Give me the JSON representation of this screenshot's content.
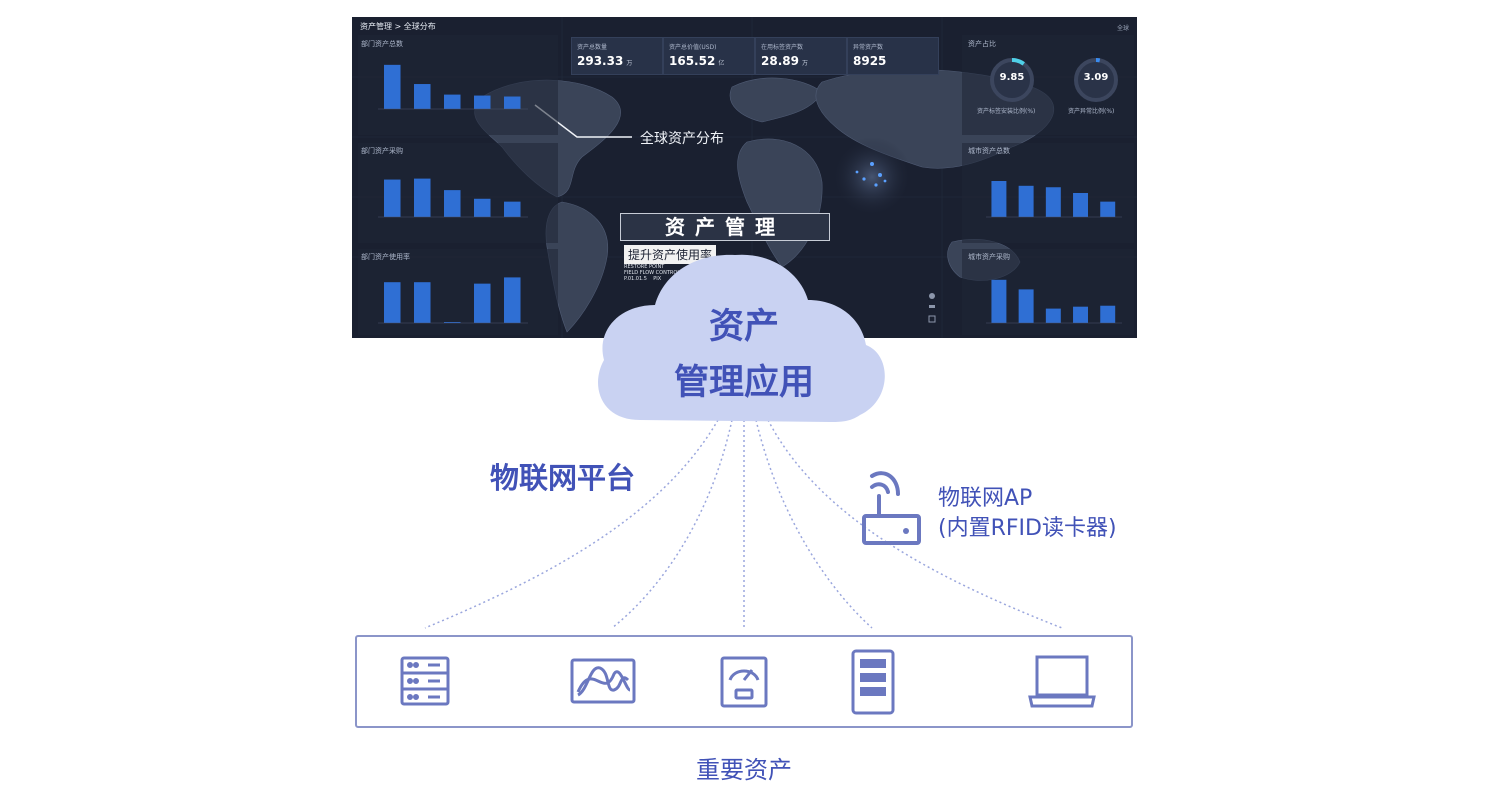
{
  "dashboard": {
    "breadcrumb": "资产管理 > 全球分布",
    "corner_label": "全球",
    "callout": "全球资产分布",
    "title": "资产管理",
    "subtitle": "提升资产使用率",
    "restore_text": "RESTORE POINT\nFIELD FLOW CONTROL\nP.01.01.5    PIX",
    "left_panels": [
      "部门资产总数",
      "部门资产采购",
      "部门资产使用率"
    ],
    "right_panels": [
      "资产占比",
      "城市资产总数",
      "城市资产采购"
    ],
    "kpis": [
      {
        "label": "资产总数量",
        "value": "293.33",
        "unit": "万"
      },
      {
        "label": "资产总价值(USD)",
        "value": "165.52",
        "unit": "亿"
      },
      {
        "label": "在用标签资产数",
        "value": "28.89",
        "unit": "万"
      },
      {
        "label": "异常资产数",
        "value": "8925",
        "unit": ""
      }
    ],
    "gauges": [
      {
        "value": "9.85",
        "label": "资产标签安装比例(%)",
        "fraction": 0.1
      },
      {
        "value": "3.09",
        "label": "资产异常比例(%)",
        "fraction": 0.03
      }
    ],
    "left_bars": [
      [
        0.92,
        0.52,
        0.3,
        0.28,
        0.26
      ],
      [
        0.78,
        0.8,
        0.56,
        0.38,
        0.32
      ],
      [
        0.85,
        0.85,
        0.02,
        0.82,
        0.95
      ]
    ],
    "right_bars": [
      [
        0.75,
        0.65,
        0.62,
        0.5,
        0.32
      ],
      [
        0.9,
        0.7,
        0.3,
        0.34,
        0.36
      ]
    ]
  },
  "cloud": {
    "line1": "资产",
    "line2": "管理应用"
  },
  "platform_label": "物联网平台",
  "ap_label": {
    "line1": "物联网AP",
    "line2": "(内置RFID读卡器)"
  },
  "assets_label": "重要资产",
  "icons": [
    "server-rack-icon",
    "waveform-monitor-icon",
    "meter-icon",
    "storage-unit-icon",
    "laptop-icon",
    "wireless-router-icon",
    "cloud-icon"
  ],
  "colors": {
    "accent": "#4152b7",
    "cloud_fill": "#c9d2f2",
    "icon_stroke": "#6b78c0",
    "dash_bg": "#1a2030",
    "bar": "#2f6fd4"
  }
}
